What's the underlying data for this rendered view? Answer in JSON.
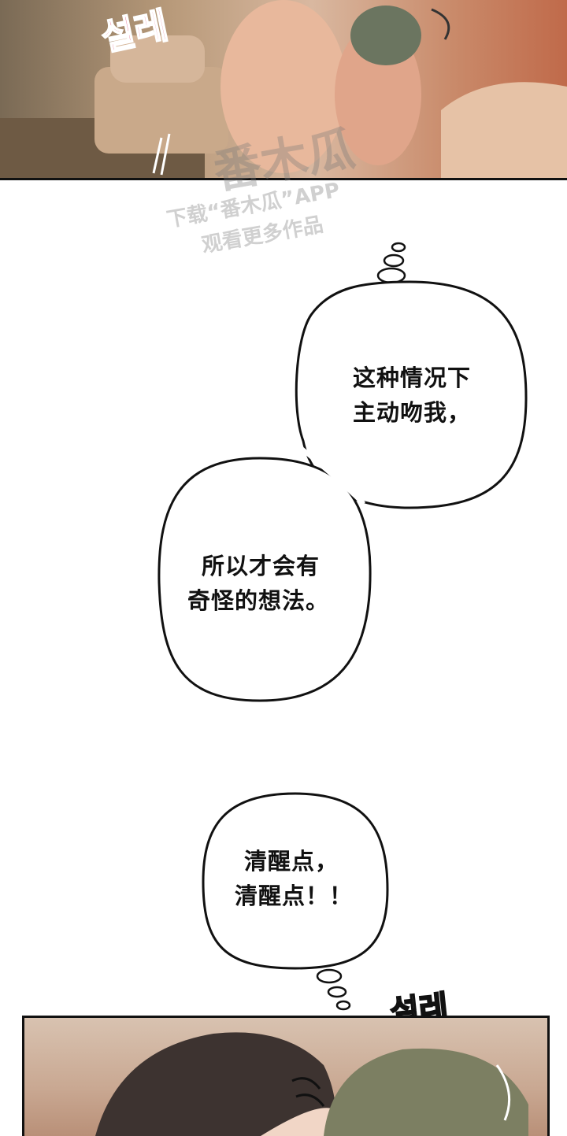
{
  "sfx": {
    "top": "설레",
    "bottom": "설레"
  },
  "watermark": {
    "brand": "番木瓜",
    "line1": "下载“番木瓜”APP",
    "line2": "观看更多作品"
  },
  "bubbles": [
    {
      "lines": [
        "这种情况下",
        "主动吻我，"
      ]
    },
    {
      "lines": [
        "所以才会有",
        "奇怪的想法。"
      ]
    },
    {
      "lines": [
        "清醒点，",
        "清醒点！！"
      ]
    }
  ]
}
